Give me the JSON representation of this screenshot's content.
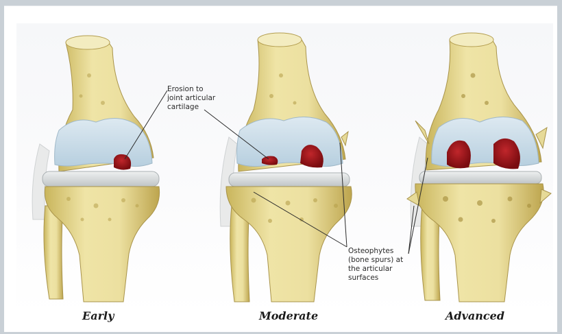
{
  "annotations": {
    "erosion": {
      "line1": "Erosion to",
      "line2": "joint articular",
      "line3": "cartilage"
    },
    "osteophytes": {
      "line1": "Osteophytes",
      "line2": "(bone spurs) at",
      "line3": "the articular",
      "line4": "surfaces"
    }
  },
  "stages": {
    "early": "Early",
    "moderate": "Moderate",
    "advanced": "Advanced"
  },
  "colors": {
    "bone": "#e7dc9a",
    "bone_shadow": "#c7b45c",
    "cartilage": "#c7dbe8",
    "meniscus": "#d9dcdc",
    "lesion": "#9c1418",
    "background": "#c9d0d6"
  }
}
